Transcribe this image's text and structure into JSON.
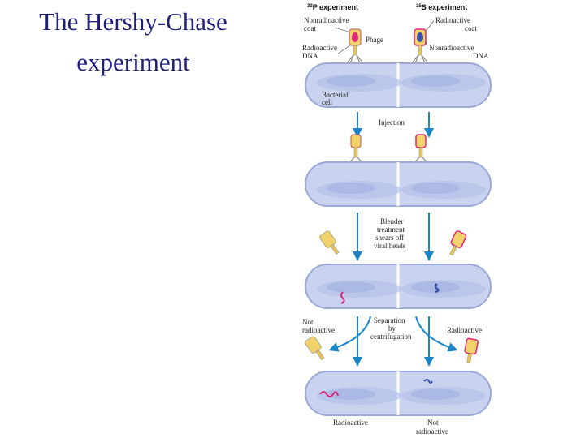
{
  "slide": {
    "title_line1": "The Hershy-Chase",
    "title_line2": "experiment"
  },
  "diagram": {
    "left_header_sup": "32",
    "left_header": "P experiment",
    "right_header_sup": "35",
    "right_header": "S experiment",
    "nonradioactive_coat": [
      "Nonradioactive",
      "coat"
    ],
    "phage": "Phage",
    "radioactive_dna": [
      "Radioactive",
      "DNA"
    ],
    "radioactive_coat": [
      "Radioactive",
      "coat"
    ],
    "nonradioactive_dna": [
      "Nonradioactive",
      "DNA"
    ],
    "bacterial_cell": [
      "Bacterial",
      "cell"
    ],
    "injection": "Injection",
    "blender": [
      "Blender",
      "treatment",
      "shears off",
      "viral heads"
    ],
    "not_radioactive_left": [
      "Not",
      "radioactive"
    ],
    "separation": [
      "Separation",
      "by",
      "centrifugation"
    ],
    "radioactive_right": "Radioactive",
    "bottom_left": "Radioactive",
    "bottom_right": [
      "Not",
      "radioactive"
    ]
  },
  "colors": {
    "title": "#1f1f7a",
    "cell_fill": "#c9d3ef",
    "cell_stroke": "#9aa9d6",
    "arrow": "#1b86c6",
    "coat": "#f2d36b",
    "radioactive_dna": "#e0247a",
    "nonradioactive_dna": "#3a4fa8"
  }
}
